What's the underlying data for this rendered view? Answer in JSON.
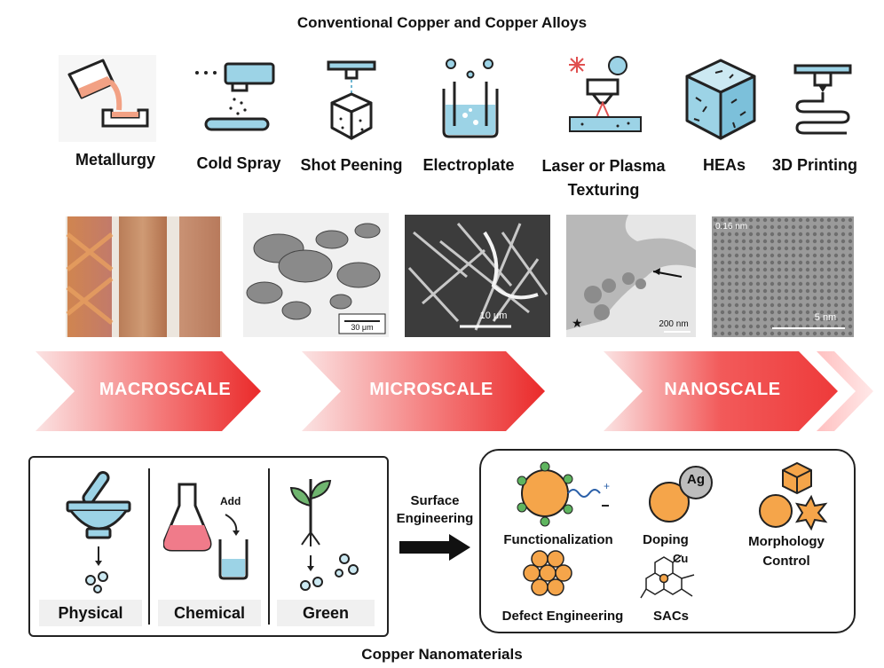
{
  "title": "Conventional Copper and Copper Alloys",
  "techniques": [
    {
      "label": "Metallurgy",
      "icon": "crucible-pour-icon"
    },
    {
      "label": "Cold Spray",
      "icon": "spray-nozzle-icon"
    },
    {
      "label": "Shot Peening",
      "icon": "shot-peening-icon"
    },
    {
      "label": "Electroplate",
      "icon": "electroplate-beaker-icon"
    },
    {
      "label": "Laser or Plasma Texturing",
      "label_line1": "Laser or Plasma",
      "label_line2": "Texturing",
      "icon": "laser-texturing-icon"
    },
    {
      "label": "HEAs",
      "icon": "hea-cube-icon"
    },
    {
      "label": "3D Printing",
      "icon": "3d-printer-icon"
    }
  ],
  "micrographs": [
    {
      "scale_bar": ""
    },
    {
      "scale_bar": "30 μm"
    },
    {
      "scale_bar": "10 μm"
    },
    {
      "scale_bar": "200 nm",
      "marker": "★"
    },
    {
      "scale_bar": "5 nm",
      "corner_label": "0.16 nm"
    }
  ],
  "scales": [
    "MACROSCALE",
    "MICROSCALE",
    "NANOSCALE"
  ],
  "synthesis": [
    {
      "label": "Physical",
      "icon": "mortar-pestle-icon"
    },
    {
      "label": "Chemical",
      "icon": "flask-beaker-icon",
      "annotation": "Add"
    },
    {
      "label": "Green",
      "icon": "plant-sprout-icon"
    }
  ],
  "arrow_label_line1": "Surface",
  "arrow_label_line2": "Engineering",
  "engineering": [
    {
      "label": "Functionalization",
      "icon": "functionalized-particle-icon"
    },
    {
      "label": "Doping",
      "icon": "doping-particle-icon",
      "dopant": "Ag"
    },
    {
      "label": "Morphology",
      "label_line2": "Control",
      "icon": "morphology-shapes-icon"
    },
    {
      "label": "Defect Engineering",
      "icon": "defect-cluster-icon"
    },
    {
      "label": "SACs",
      "icon": "single-atom-catalyst-icon",
      "atom": "Cu"
    }
  ],
  "bottom_title": "Copper Nanomaterials"
}
